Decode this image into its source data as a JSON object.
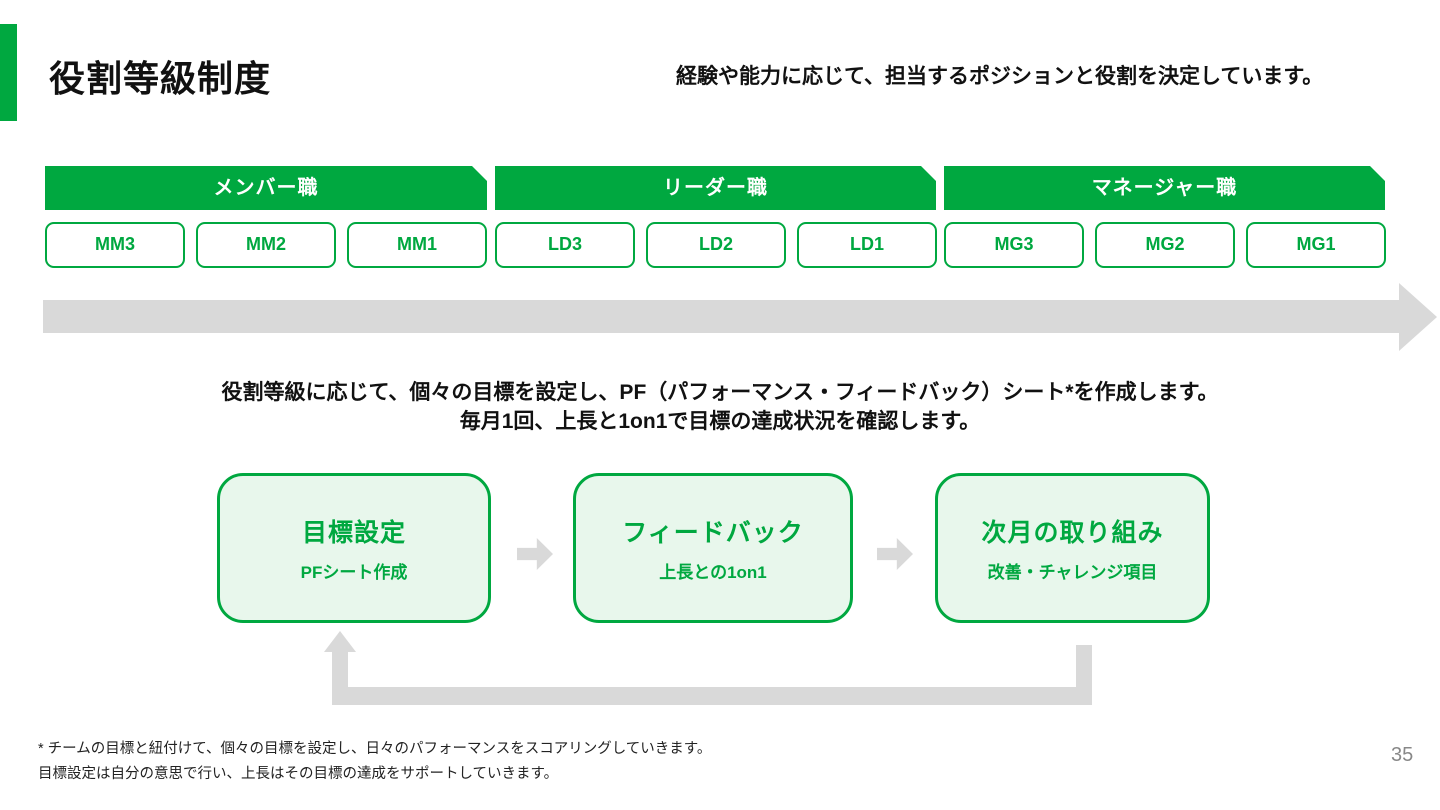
{
  "page": {
    "title": "役割等級制度",
    "subtitle": "経験や能力に応じて、担当するポジションと役割を決定しています。",
    "page_number": "35"
  },
  "grade_system": {
    "categories": [
      {
        "label": "メンバー職",
        "grades": [
          "MM3",
          "MM2",
          "MM1"
        ]
      },
      {
        "label": "リーダー職",
        "grades": [
          "LD3",
          "LD2",
          "LD1"
        ]
      },
      {
        "label": "マネージャー職",
        "grades": [
          "MG3",
          "MG2",
          "MG1"
        ]
      }
    ]
  },
  "description": {
    "line1": "役割等級に応じて、個々の目標を設定し、PF（パフォーマンス・フィードバック）シート*を作成します。",
    "line2": "毎月1回、上長と1on1で目標の達成状況を確認します。"
  },
  "process_flow": {
    "steps": [
      {
        "title": "目標設定",
        "subtitle": "PFシート作成"
      },
      {
        "title": "フィードバック",
        "subtitle": "上長との1on1"
      },
      {
        "title": "次月の取り組み",
        "subtitle": "改善・チャレンジ項目"
      }
    ]
  },
  "footnote": {
    "line1": "*  チームの目標と紐付けて、個々の目標を設定し、日々のパフォーマンスをスコアリングしていきます。",
    "line2": "目標設定は自分の意思で行い、上長はその目標の達成をサポートしていきます。"
  },
  "colors": {
    "green": "#00A840",
    "light_green": "#E8F7EC",
    "arrow_gray": "#D9D9D9",
    "text_dark": "#111111",
    "page_number_gray": "#888888"
  }
}
